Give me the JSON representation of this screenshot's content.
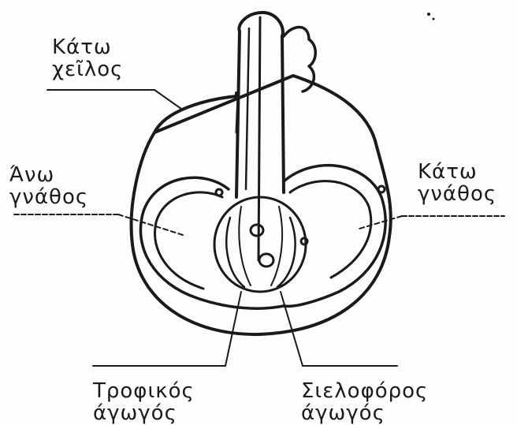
{
  "labels": {
    "lower_lip": {
      "line1": "Κάτω",
      "line2": "χεῖλος"
    },
    "upper_jaw": {
      "line1": "Άνω",
      "line2": "γνάθος"
    },
    "lower_jaw": {
      "line1": "Κάτω",
      "line2": "γνάθος"
    },
    "feeding_canal": {
      "line1": "Τροφικός",
      "line2": "άγωγός"
    },
    "salivary_canal": {
      "line1": "Σιελοφόρος",
      "line2": "άγωγός"
    }
  },
  "colors": {
    "ink": "#1a1a1a",
    "paper": "#fdfdfd"
  }
}
